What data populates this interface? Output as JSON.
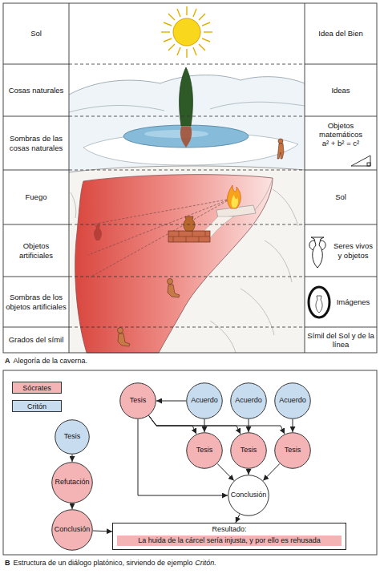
{
  "diagram": {
    "nodes": [
      {
        "text": [
          "Sol"
        ]
      },
      {
        "text": [
          "Idea del Bien"
        ]
      },
      {
        "text": [
          "Cosas naturales"
        ]
      },
      {
        "text": [
          "Ideas"
        ]
      },
      {
        "text": [
          "Sombras de las cosas naturales"
        ]
      },
      {
        "text": [
          "Objetos matemáticos",
          "a² + b² = c²"
        ]
      },
      {
        "text": [
          "Fuego"
        ]
      },
      {
        "text": [
          "Sol"
        ]
      },
      {
        "text": [
          "Objetos artificiales"
        ]
      },
      {
        "text": [
          "Seres vivos y objetos"
        ]
      },
      {
        "text": [
          "Sombras de los objetos artificiales"
        ]
      },
      {
        "text": [
          "Imágenes"
        ]
      },
      {
        "text": [
          "Grados del símil"
        ]
      },
      {
        "text": [
          "Símil del Sol y de la línea"
        ]
      },
      {
        "text": [
          "Tesis"
        ]
      },
      {
        "text": [
          "Acuerdo"
        ]
      },
      {
        "text": [
          "Acuerdo"
        ]
      },
      {
        "text": [
          "Acuerdo"
        ]
      },
      {
        "text": [
          "Tesis"
        ]
      },
      {
        "text": [
          "Tesis"
        ]
      },
      {
        "text": [
          "Tesis"
        ]
      },
      {
        "text": [
          "Tesis"
        ]
      },
      {
        "text": [
          "Refutación"
        ]
      },
      {
        "text": [
          "Conclusión"
        ]
      },
      {
        "text": [
          "Conclusión"
        ]
      },
      {
        "text": [
          "Resultado:",
          "La huida de la cárcel sería injusta, y por ello es rehusada"
        ]
      }
    ],
    "edges": [
      {
        "from": 15,
        "to": 14,
        "arrow": "to"
      },
      {
        "from": 15,
        "to": 19,
        "arrow": "to"
      },
      {
        "from": 16,
        "to": 20,
        "arrow": "to"
      },
      {
        "from": 17,
        "to": 21,
        "arrow": "to"
      },
      {
        "from": 14,
        "to": 19,
        "arrow": "to"
      },
      {
        "from": 14,
        "to": 20,
        "arrow": "to"
      },
      {
        "from": 14,
        "to": 21,
        "arrow": "to"
      },
      {
        "from": 14,
        "to": 24,
        "arrow": "to"
      },
      {
        "from": 19,
        "to": 24,
        "arrow": "to"
      },
      {
        "from": 20,
        "to": 24,
        "arrow": "to"
      },
      {
        "from": 21,
        "to": 24,
        "arrow": "to"
      },
      {
        "from": 18,
        "to": 22,
        "arrow": "to"
      },
      {
        "from": 22,
        "to": 23,
        "arrow": "to"
      },
      {
        "from": 23,
        "to": 25,
        "arrow": "to"
      },
      {
        "from": 24,
        "to": 25,
        "arrow": "to"
      }
    ],
    "labels": [
      "A",
      "Alegoría de la caverna.",
      "B",
      "Estructura de un diálogo platónico, sirviendo de ejemplo",
      "Critón."
    ],
    "legend": [
      {
        "text": "Sócrates",
        "color": "#f4b4b6"
      },
      {
        "text": "Critón",
        "color": "#c8dcef"
      }
    ]
  }
}
